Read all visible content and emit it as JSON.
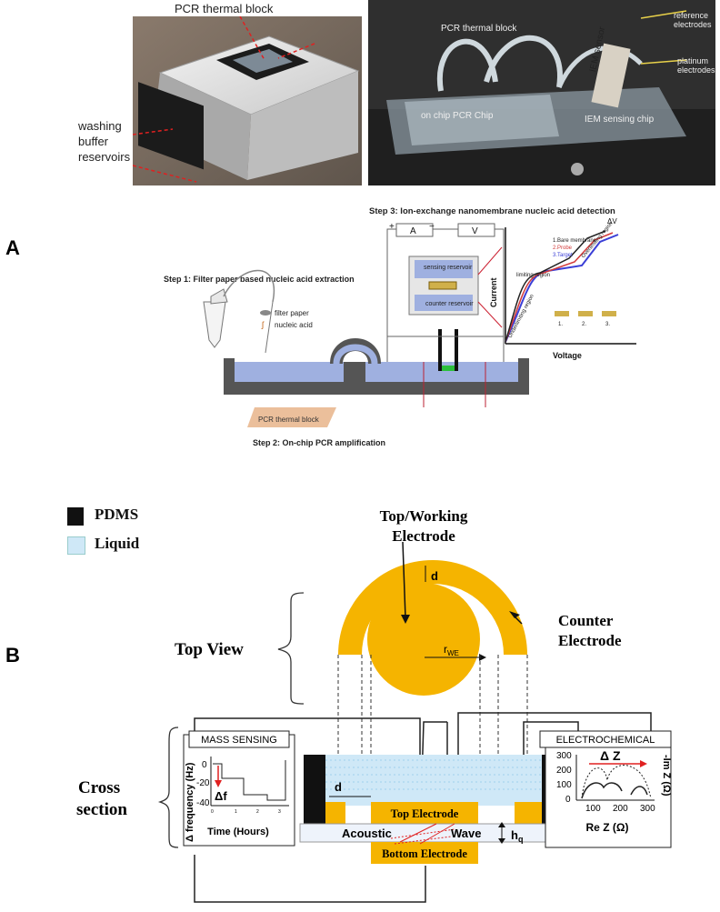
{
  "photos": {
    "left": {
      "title": "PCR thermal block",
      "reservoir_label": "washing\nbuffer\nreservoirs"
    },
    "right": {
      "thermal_block": "PCR thermal block",
      "reference_electrodes": "reference electrodes",
      "platinum_electrodes": "platinum electrodes",
      "iem_sensor": "IEM sensor",
      "pcr_chip": "on chip PCR Chip",
      "sensing_chip": "IEM sensing chip"
    }
  },
  "panel_a": {
    "letter": "A",
    "step1": "Step 1: Filter paper based nucleic acid extraction",
    "step2": "Step 2: On-chip PCR amplification",
    "step3": "Step 3: Ion-exchange nanomembrane nucleic acid detection",
    "legend_filter": "filter paper",
    "legend_nucleic": "nucleic acid",
    "thermal_block": "PCR thermal block",
    "ammeter": "A",
    "voltmeter": "V",
    "sensing_reservoir": "sensing reservoir",
    "counter_reservoir": "counter reservoir",
    "plus": "+",
    "minus": "−",
    "iv": {
      "ylabel": "Current",
      "xlabel": "Voltage",
      "delta": "ΔV",
      "legend": [
        "1.Bare membrane",
        "2.Probe",
        "3.Target"
      ],
      "colors": [
        "#222222",
        "#d23a3a",
        "#3b3fd6"
      ],
      "region_limiting": "limiting region",
      "region_over": "Overlimiting region",
      "region_under": "Underlimiting region",
      "membrane_labels": [
        "1.",
        "2.",
        "3."
      ]
    }
  },
  "panel_b": {
    "letter": "B",
    "legend_pdms": "PDMS",
    "legend_liquid": "Liquid",
    "top_working": "Top/Working",
    "electrode": "Electrode",
    "counter": "Counter",
    "counter_electrode": "Electrode",
    "top_view": "Top View",
    "cross_section": "Cross",
    "cross_section2": "section",
    "d": "d",
    "r_we": "r",
    "r_we_sub": "WE",
    "top_electrode": "Top Electrode",
    "bottom_electrode": "Bottom Electrode",
    "acoustic": "Acoustic",
    "wave": "Wave",
    "hq": "h",
    "hq_sub": "q",
    "mass_sensing": {
      "title": "MASS SENSING",
      "ylabel": "Δ frequency (Hz)",
      "xlabel": "Time (Hours)",
      "delta": "Δf",
      "yticks": [
        "0",
        "-20",
        "-40"
      ],
      "xticks": [
        "0",
        "1",
        "2",
        "3"
      ]
    },
    "electrochemical": {
      "title": "ELECTROCHEMICAL",
      "ylabel": "-Im Z (Ω)",
      "xlabel": "Re Z (Ω)",
      "delta": "Δ Z",
      "yticks": [
        "300",
        "200",
        "100",
        "0"
      ],
      "xticks": [
        "100",
        "200",
        "300"
      ]
    },
    "colors": {
      "gold": "#f5b400",
      "liquid": "#cfe8f7",
      "pdms": "#111111"
    }
  }
}
